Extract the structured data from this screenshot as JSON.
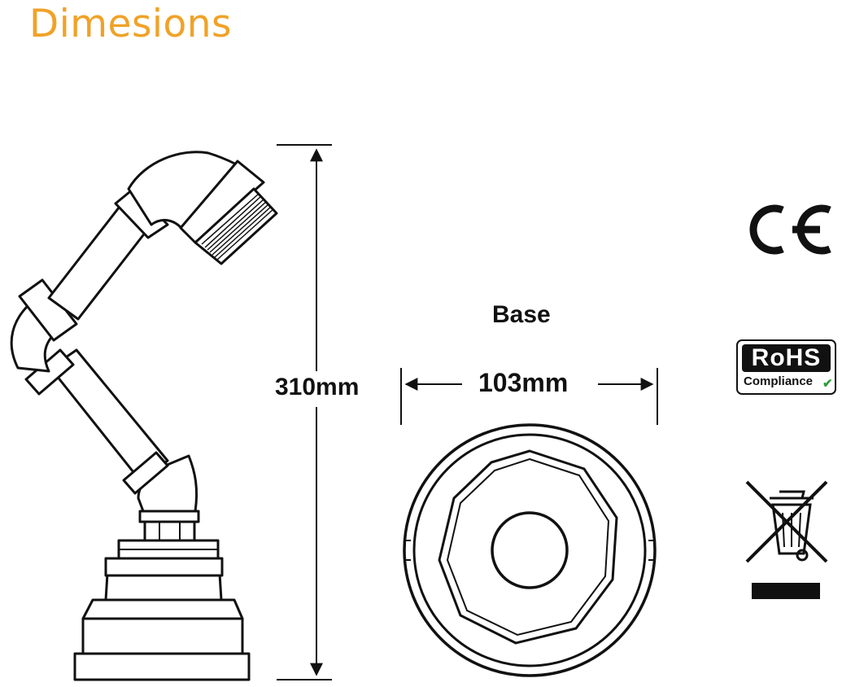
{
  "title": "Dimesions",
  "labels": {
    "height": "310mm",
    "base_title": "Base",
    "base_width": "103mm"
  },
  "certifications": {
    "ce_mark": "CE",
    "rohs_title": "RoHS",
    "rohs_subtitle": "Compliance"
  },
  "icons": [
    "ce-mark-icon",
    "rohs-badge-icon",
    "weee-crossed-bin-icon",
    "check-icon"
  ],
  "colors": {
    "title": "#f0a228",
    "line": "#111111",
    "rohs_check": "#2e9c3b"
  }
}
